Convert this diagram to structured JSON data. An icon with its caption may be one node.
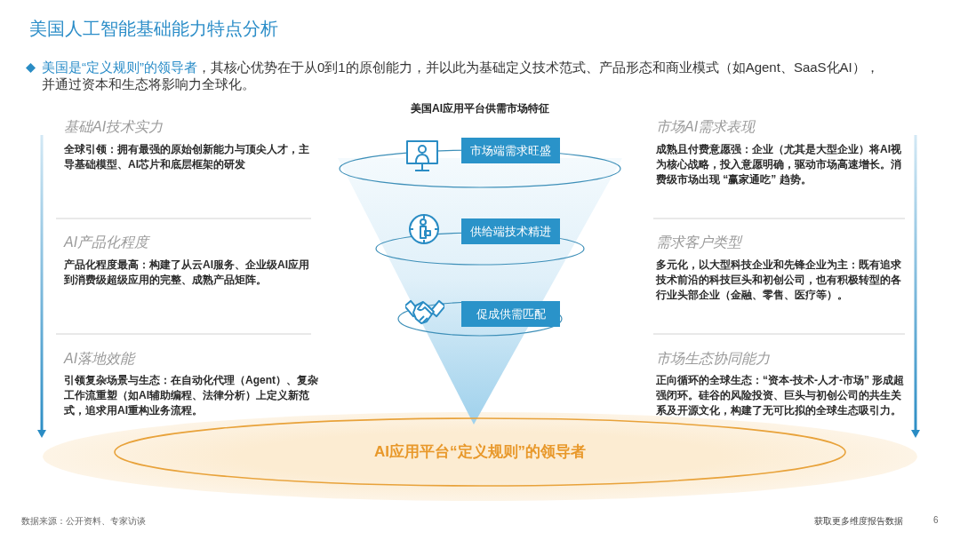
{
  "diagram": {
    "title": "美国人工智能基础能力特点分析",
    "nodes": [
      {
        "text": [
          "市场端需求旺盛"
        ]
      },
      {
        "text": [
          "供给端技术精进"
        ]
      },
      {
        "text": [
          "促成供需匹配"
        ]
      },
      {
        "text": [
          "AI应用平台“定义规则”的领导者"
        ]
      }
    ],
    "labels": [
      "**美国是“定义规则”的领导者**，其核心优势在于从0到1的原创能力，并以此为基础定义技术范式、产品形态和商业模式（如Agent、SaaS化AI），并通过资本和生态将影响力全球化。",
      "美国AI应用平台供需市场特征",
      "基础AI技术实力",
      "全球引领：拥有最强的原始创新能力与顶尖人才，主导基础模型、AI芯片和底层框架的研发",
      "市场AI需求表现",
      "成熟且付费意愿强：企业（尤其是大型企业）将AI视为核心战略，投入意愿明确，驱动市场高速增长。消费级市场出现 “赢家通吃” 趋势。",
      "AI产品化程度",
      "产品化程度最高：构建了从云AI服务、企业级AI应用到消费级超级应用的完整、成熟产品矩阵。",
      "需求客户类型",
      "多元化，以大型科技企业和先锋企业为主：既有追求技术前沿的科技巨头和初创公司，也有积极转型的各行业头部企业（金融、零售、医疗等）。",
      "AI落地效能",
      "引领复杂场景与生态：在自动化代理（Agent）、复杂工作流重塑（如AI辅助编程、法律分析）上定义新范式，追求用AI重构业务流程。",
      "市场生态协同能力",
      "正向循环的全球生态：“资本-技术-人才-市场” 形成超强闭环。硅谷的风险投资、巨头与初创公司的共生关系及开源文化，构建了无可比拟的全球生态吸引力。",
      "数据来源：公开资料、专家访谈",
      "获取更多维度报告数据",
      "6"
    ]
  }
}
